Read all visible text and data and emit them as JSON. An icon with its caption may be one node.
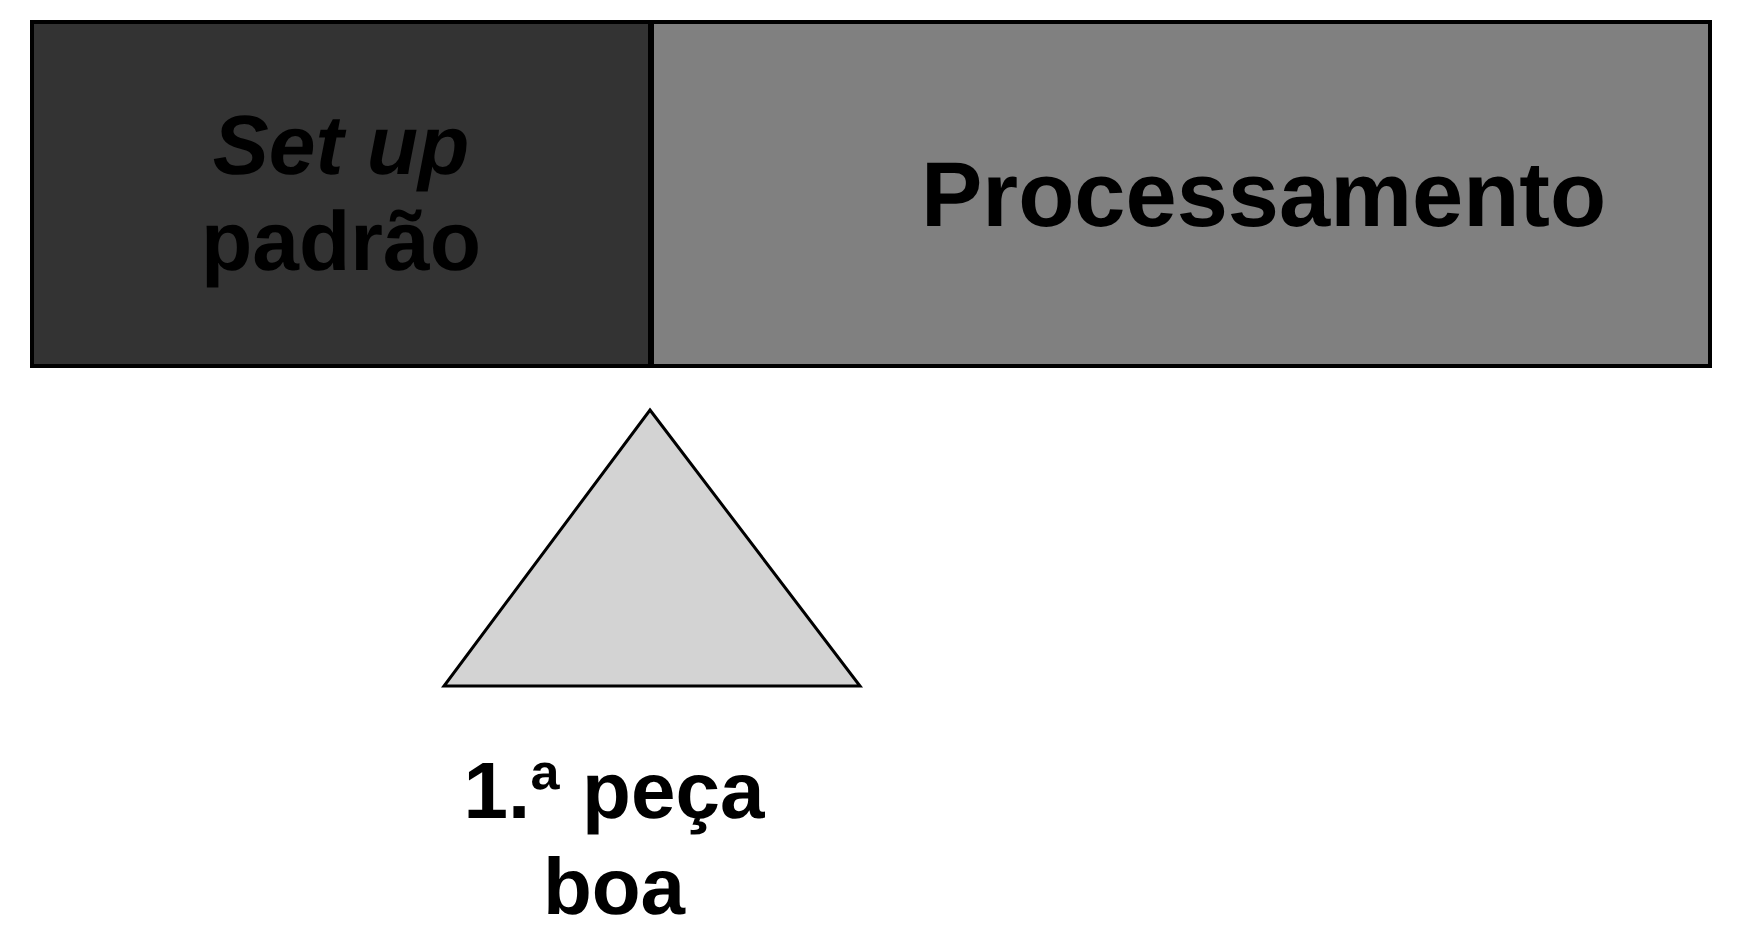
{
  "diagram": {
    "nodes": [
      {
        "text": [
          "*Set up* padrão"
        ]
      },
      {
        "text": [
          "Processamento"
        ]
      },
      {
        "text": [],
        "shape": "triangle",
        "beside": [
          "1.ª peça boa"
        ]
      }
    ]
  }
}
